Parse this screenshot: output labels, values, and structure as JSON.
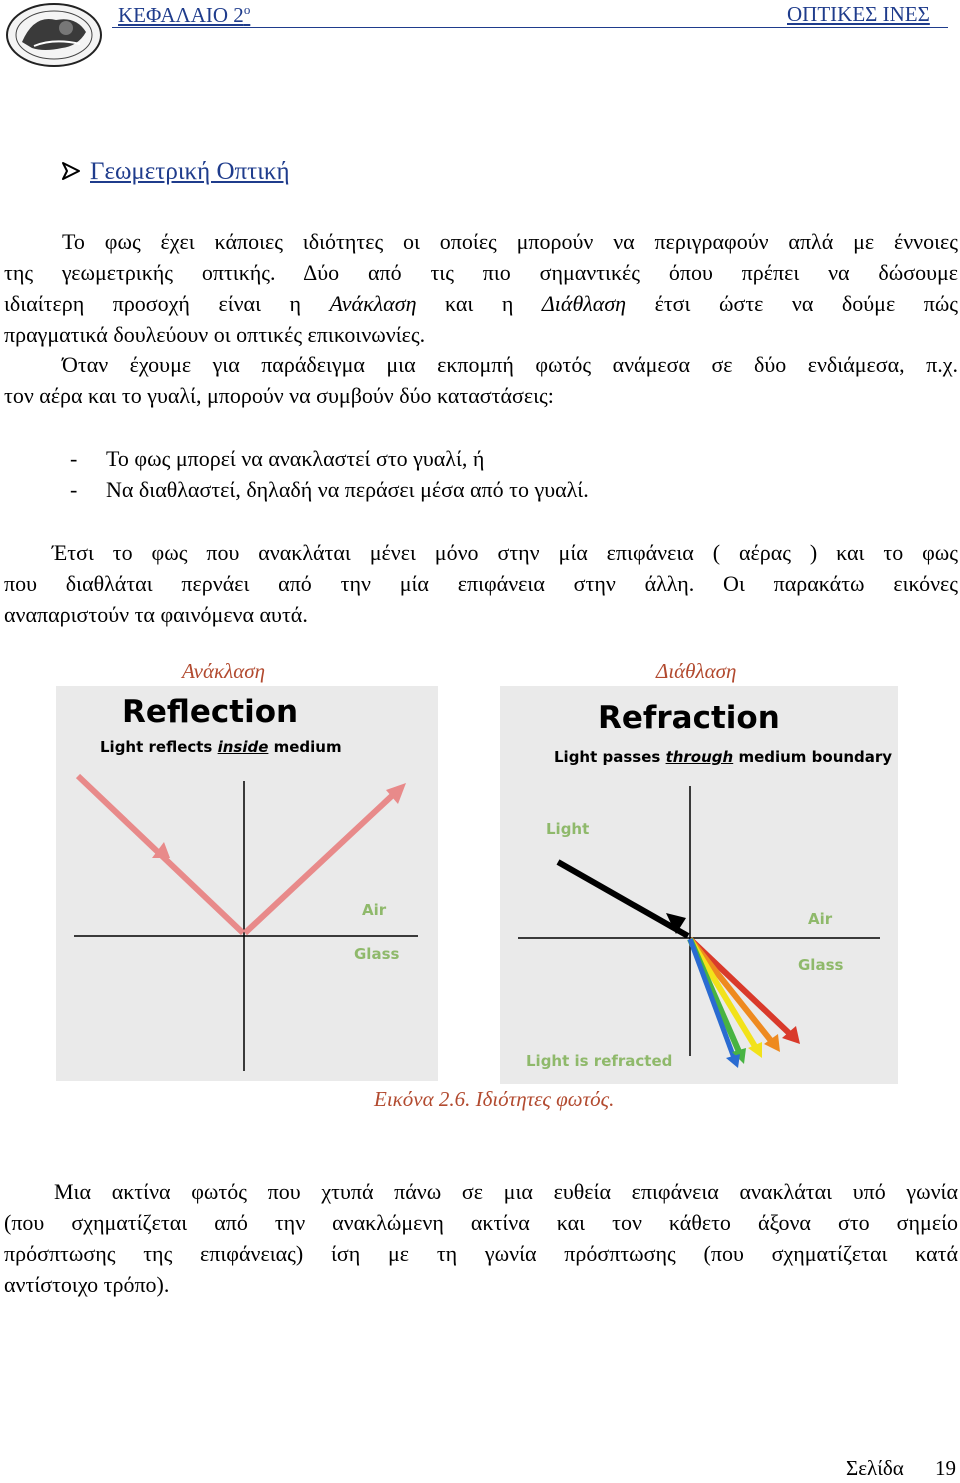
{
  "header": {
    "chapter": "ΚΕΦΑΛΑΙΟ 2",
    "chapter_sup": "ο",
    "subject": "ΟΠΤΙΚΕΣ ΙΝΕΣ",
    "logo_icon": "university-seal-icon"
  },
  "section": {
    "title": "Γεωμετρική Οπτική",
    "bullet_icon": "arrowhead-bullet-icon"
  },
  "intro": {
    "lines": [
      "Το φως έχει κάποιες ιδιότητες οι οποίες μπορούν να περιγραφούν απλά με έννοιες",
      "της γεωμετρικής οπτικής. Δύο από τις πιο σημαντικές όπου πρέπει να δώσουμε",
      "ιδιαίτερη προσοχή είναι η Ανάκλαση και η Διάθλαση έτσι ώστε να δούμε πώς",
      "πραγματικά δουλεύουν οι οπτικές επικοινωνίες."
    ]
  },
  "example": {
    "lines": [
      "Όταν έχουμε για παράδειγμα μια εκπομπή φωτός ανάμεσα σε δύο ενδιάμεσα, π.χ.",
      "τον αέρα και το γυαλί, μπορούν να συμβούν δύο καταστάσεις:"
    ]
  },
  "cases": [
    "Το φως μπορεί να ανακλαστεί στο γυαλί, ή",
    "Να διαθλαστεί, δηλαδή να περάσει μέσα από το γυαλί."
  ],
  "list_dash": "-",
  "summary": {
    "lines": [
      "Έτσι το φως που ανακλάται μένει μόνο στην μία επιφάνεια ( αέρας ) και το φως",
      "που διαθλάται περνάει από την μία επιφάνεια στην άλλη. Οι παρακάτω εικόνες",
      "αναπαριστούν τα φαινόμενα αυτά."
    ]
  },
  "figures": {
    "reflection_caption": "Ανάκλαση",
    "refraction_caption": "Διάθλαση",
    "reflection": {
      "title": "Reflection",
      "subtitle_pre": "Light reflects ",
      "subtitle_em": "inside",
      "subtitle_post": " medium",
      "air": "Air",
      "glass": "Glass"
    },
    "refraction": {
      "title": "Refraction",
      "subtitle_pre": "Light passes ",
      "subtitle_em": "through",
      "subtitle_post": " medium boundary",
      "light": "Light",
      "air": "Air",
      "glass": "Glass",
      "bottom": "Light is refracted"
    },
    "figure_caption": "Εικόνα 2.6. Ιδιότητες φωτός.",
    "colors": {
      "reflected_ray": "#e88a8a",
      "axis": "#000000",
      "label_green": "#8fb96b",
      "spectrum": [
        "#d93a2b",
        "#ee8a1f",
        "#f2e21a",
        "#48b342",
        "#2a6bd1"
      ]
    }
  },
  "law": {
    "lines": [
      "Μια ακτίνα φωτός που χτυπά πάνω σε μια ευθεία επιφάνεια ανακλάται υπό γωνία",
      "(που σχηματίζεται από την ανακλώμενη ακτίνα και τον κάθετο άξονα στο σημείο",
      "πρόσπτωσης της επιφάνειας) ίση με τη γωνία πρόσπτωσης (που σχηματίζεται κατά",
      "αντίστοιχο τρόπο)."
    ]
  },
  "footer": {
    "page_label": "Σελίδα",
    "page_number": "19"
  }
}
